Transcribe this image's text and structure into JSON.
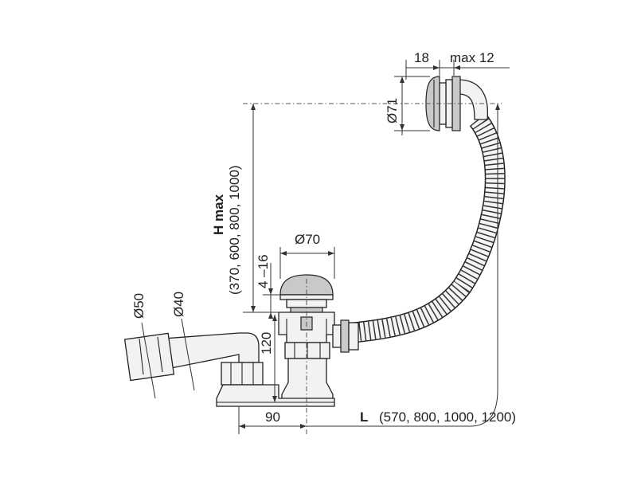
{
  "labels": {
    "width_18": "18",
    "max_12": "max 12",
    "dia_71": "Ø71",
    "h_max": "H max",
    "h_values": "(370, 600, 800, 1000)",
    "dia_70": "Ø70",
    "range_4_16": "4 –16",
    "dia_50": "Ø50",
    "dia_40": "Ø40",
    "height_120": "120",
    "width_90": "90",
    "l_letter": "L",
    "l_values": "(570, 800, 1000, 1200)"
  }
}
